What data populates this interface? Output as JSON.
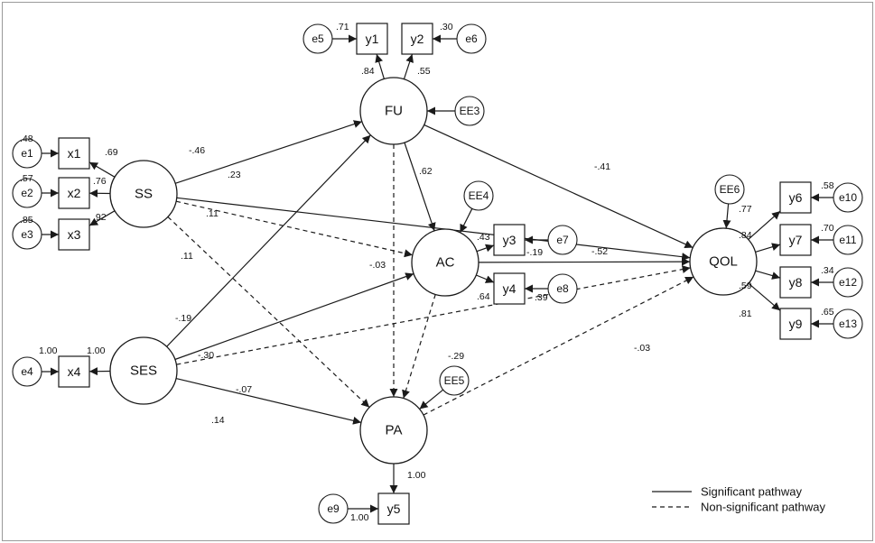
{
  "nodes": {
    "latent": [
      {
        "id": "FU",
        "label": "FU"
      },
      {
        "id": "SS",
        "label": "SS"
      },
      {
        "id": "AC",
        "label": "AC"
      },
      {
        "id": "SES",
        "label": "SES"
      },
      {
        "id": "PA",
        "label": "PA"
      },
      {
        "id": "QOL",
        "label": "QOL"
      }
    ],
    "observed": [
      {
        "id": "y1",
        "label": "y1"
      },
      {
        "id": "y2",
        "label": "y2"
      },
      {
        "id": "x1",
        "label": "x1"
      },
      {
        "id": "x2",
        "label": "x2"
      },
      {
        "id": "x3",
        "label": "x3"
      },
      {
        "id": "x4",
        "label": "x4"
      },
      {
        "id": "y3",
        "label": "y3"
      },
      {
        "id": "y4",
        "label": "y4"
      },
      {
        "id": "y5",
        "label": "y5"
      },
      {
        "id": "y6",
        "label": "y6"
      },
      {
        "id": "y7",
        "label": "y7"
      },
      {
        "id": "y8",
        "label": "y8"
      },
      {
        "id": "y9",
        "label": "y9"
      }
    ],
    "errors": [
      {
        "id": "e1",
        "label": "e1"
      },
      {
        "id": "e2",
        "label": "e2"
      },
      {
        "id": "e3",
        "label": "e3"
      },
      {
        "id": "e4",
        "label": "e4"
      },
      {
        "id": "e5",
        "label": "e5"
      },
      {
        "id": "e6",
        "label": "e6"
      },
      {
        "id": "e7",
        "label": "e7"
      },
      {
        "id": "e8",
        "label": "e8"
      },
      {
        "id": "e9",
        "label": "e9"
      },
      {
        "id": "e10",
        "label": "e10"
      },
      {
        "id": "e11",
        "label": "e11"
      },
      {
        "id": "e12",
        "label": "e12"
      },
      {
        "id": "e13",
        "label": "e13"
      },
      {
        "id": "EE3",
        "label": "EE3"
      },
      {
        "id": "EE4",
        "label": "EE4"
      },
      {
        "id": "EE5",
        "label": "EE5"
      },
      {
        "id": "EE6",
        "label": "EE6"
      }
    ]
  },
  "edges": [
    {
      "from": "e5",
      "to": "y1",
      "style": "solid",
      "label": ".71"
    },
    {
      "from": "e6",
      "to": "y2",
      "style": "solid",
      "label": ".30"
    },
    {
      "from": "FU",
      "to": "y1",
      "style": "solid",
      "label": ".84"
    },
    {
      "from": "FU",
      "to": "y2",
      "style": "solid",
      "label": ".55"
    },
    {
      "from": "EE3",
      "to": "FU",
      "style": "solid",
      "label": ""
    },
    {
      "from": "e1",
      "to": "x1",
      "style": "solid",
      "label": ".48"
    },
    {
      "from": "e2",
      "to": "x2",
      "style": "solid",
      "label": ".57"
    },
    {
      "from": "e3",
      "to": "x3",
      "style": "solid",
      "label": ".85"
    },
    {
      "from": "SS",
      "to": "x1",
      "style": "solid",
      "label": ".69"
    },
    {
      "from": "SS",
      "to": "x2",
      "style": "solid",
      "label": ".76"
    },
    {
      "from": "SS",
      "to": "x3",
      "style": "solid",
      "label": ".92"
    },
    {
      "from": "SS",
      "to": "FU",
      "style": "solid",
      "label": "-.46"
    },
    {
      "from": "SS",
      "to": "QOL",
      "style": "solid",
      "label": ".23"
    },
    {
      "from": "SS",
      "to": "AC",
      "style": "dashed",
      "label": ".11"
    },
    {
      "from": "SS",
      "to": "PA",
      "style": "dashed",
      "label": ".11"
    },
    {
      "from": "FU",
      "to": "AC",
      "style": "solid",
      "label": ".62"
    },
    {
      "from": "FU",
      "to": "QOL",
      "style": "solid",
      "label": "-.41"
    },
    {
      "from": "FU",
      "to": "PA",
      "style": "dashed",
      "label": "-.03"
    },
    {
      "from": "EE4",
      "to": "AC",
      "style": "solid",
      "label": ""
    },
    {
      "from": "AC",
      "to": "y3",
      "style": "solid",
      "label": ".43"
    },
    {
      "from": "AC",
      "to": "y4",
      "style": "solid",
      "label": ".64"
    },
    {
      "from": "e7",
      "to": "y3",
      "style": "solid",
      "label": "-.19"
    },
    {
      "from": "e8",
      "to": "y4",
      "style": "solid",
      "label": ".39"
    },
    {
      "from": "AC",
      "to": "QOL",
      "style": "solid",
      "label": "-.52"
    },
    {
      "from": "AC",
      "to": "PA",
      "style": "dashed",
      "label": "-.29"
    },
    {
      "from": "SES",
      "to": "FU",
      "style": "solid",
      "label": "-.19"
    },
    {
      "from": "SES",
      "to": "AC",
      "style": "solid",
      "label": "-.30"
    },
    {
      "from": "SES",
      "to": "QOL",
      "style": "dashed",
      "label": "-.07"
    },
    {
      "from": "SES",
      "to": "PA",
      "style": "solid",
      "label": ".14"
    },
    {
      "from": "SES",
      "to": "x4",
      "style": "solid",
      "label": "1.00"
    },
    {
      "from": "e4",
      "to": "x4",
      "style": "solid",
      "label": "1.00"
    },
    {
      "from": "EE5",
      "to": "PA",
      "style": "solid",
      "label": ""
    },
    {
      "from": "PA",
      "to": "y5",
      "style": "solid",
      "label": "1.00"
    },
    {
      "from": "e9",
      "to": "y5",
      "style": "solid",
      "label": "1.00"
    },
    {
      "from": "PA",
      "to": "QOL",
      "style": "dashed",
      "label": "-.03"
    },
    {
      "from": "EE6",
      "to": "QOL",
      "style": "solid",
      "label": ""
    },
    {
      "from": "QOL",
      "to": "y6",
      "style": "solid",
      "label": ".77"
    },
    {
      "from": "QOL",
      "to": "y7",
      "style": "solid",
      "label": ".84"
    },
    {
      "from": "QOL",
      "to": "y8",
      "style": "solid",
      "label": ".59"
    },
    {
      "from": "QOL",
      "to": "y9",
      "style": "solid",
      "label": ".81"
    },
    {
      "from": "e10",
      "to": "y6",
      "style": "solid",
      "label": ".58"
    },
    {
      "from": "e11",
      "to": "y7",
      "style": "solid",
      "label": ".70"
    },
    {
      "from": "e12",
      "to": "y8",
      "style": "solid",
      "label": ".34"
    },
    {
      "from": "e13",
      "to": "y9",
      "style": "solid",
      "label": ".65"
    }
  ],
  "legend": {
    "significant": "Significant pathway",
    "non_significant": "Non-significant pathway"
  }
}
